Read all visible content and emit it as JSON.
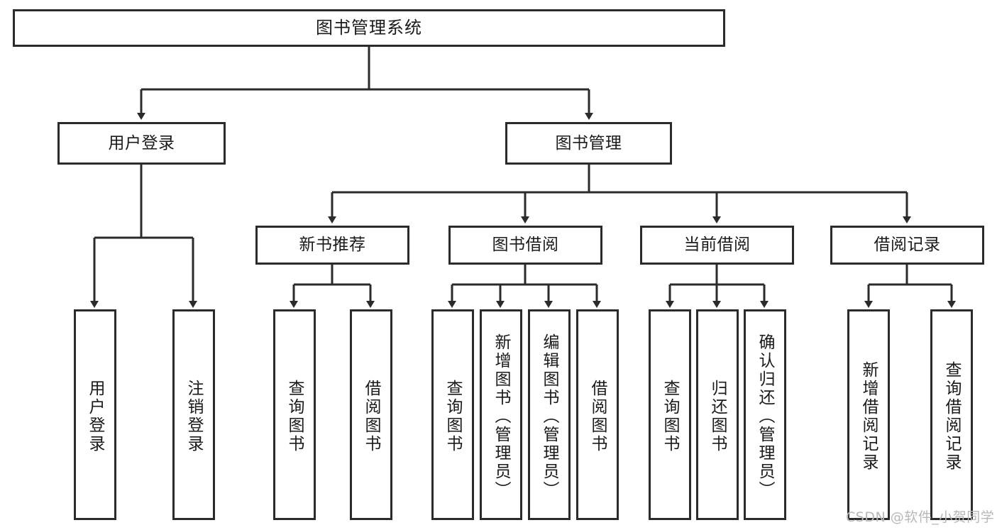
{
  "diagram": {
    "title": "图书管理系统",
    "type": "tree-hierarchy-diagram",
    "root": {
      "label": "图书管理系统"
    },
    "level2": [
      {
        "label": "用户登录"
      },
      {
        "label": "图书管理"
      }
    ],
    "level3": [
      {
        "label": "新书推荐"
      },
      {
        "label": "图书借阅"
      },
      {
        "label": "当前借阅"
      },
      {
        "label": "借阅记录"
      }
    ],
    "leaves": {
      "user_login": [
        {
          "label": "用户登录"
        },
        {
          "label": "注销登录"
        }
      ],
      "new_book_recommend": [
        {
          "label": "查询图书"
        },
        {
          "label": "借阅图书"
        }
      ],
      "book_borrow": [
        {
          "label": "查询图书"
        },
        {
          "label": "新增图书（管理员）"
        },
        {
          "label": "编辑图书（管理员）"
        },
        {
          "label": "借阅图书"
        }
      ],
      "current_borrow": [
        {
          "label": "查询图书"
        },
        {
          "label": "归还图书"
        },
        {
          "label": "确认归还（管理员）"
        }
      ],
      "borrow_record": [
        {
          "label": "新增借阅记录"
        },
        {
          "label": "查询借阅记录"
        }
      ]
    }
  },
  "watermark": {
    "text": "CSDN @软件_小贺同学"
  },
  "colors": {
    "stroke": "#2b2b2b",
    "background": "#ffffff",
    "text": "#1a1a1a",
    "watermark": "#b8b8b8"
  }
}
